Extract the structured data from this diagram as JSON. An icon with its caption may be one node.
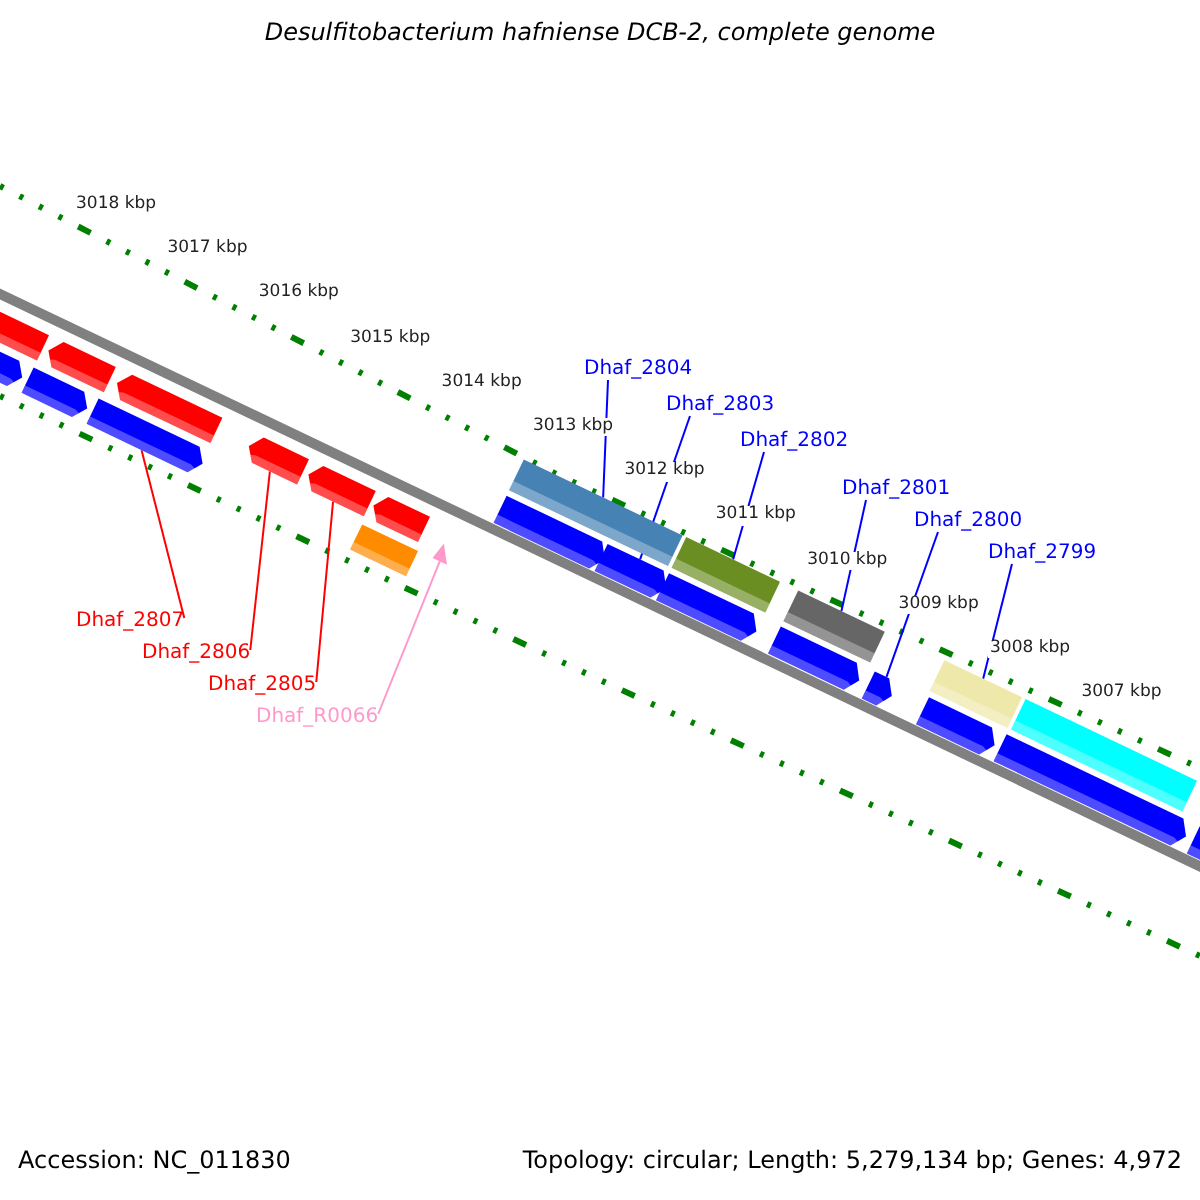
{
  "diagram": {
    "title": "Desulfitobacterium hafniense DCB-2, complete genome",
    "nodes": [
      {
        "text": [
          "Dhaf_2804"
        ]
      },
      {
        "text": [
          "Dhaf_2803"
        ]
      },
      {
        "text": [
          "Dhaf_2802"
        ]
      },
      {
        "text": [
          "Dhaf_2801"
        ]
      },
      {
        "text": [
          "Dhaf_2800"
        ]
      },
      {
        "text": [
          "Dhaf_2799"
        ]
      },
      {
        "text": [
          "Dhaf_2807"
        ]
      },
      {
        "text": [
          "Dhaf_2806"
        ]
      },
      {
        "text": [
          "Dhaf_2805"
        ]
      },
      {
        "text": [
          "Dhaf_R0066"
        ]
      },
      {
        "text": [],
        "shape": "bar"
      },
      {
        "text": [],
        "shape": "bar"
      },
      {
        "text": [],
        "shape": "bar"
      },
      {
        "text": [],
        "shape": "bar"
      },
      {
        "text": [],
        "shape": "bar"
      },
      {
        "text": [],
        "shape": "bar"
      },
      {
        "text": [],
        "shape": "bar"
      },
      {
        "text": [],
        "shape": "bar"
      },
      {
        "text": [],
        "shape": "bar"
      },
      {
        "text": [],
        "shape": "bar"
      },
      {
        "text": [],
        "shape": "triangle"
      },
      {
        "text": [],
        "shape": "bar"
      },
      {
        "text": [],
        "shape": "bar"
      },
      {
        "text": [],
        "shape": "bar"
      },
      {
        "text": [],
        "shape": "bar"
      },
      {
        "text": [],
        "shape": "bar"
      },
      {
        "text": [],
        "shape": "bar"
      },
      {
        "text": [],
        "shape": "bar"
      },
      {
        "text": [],
        "shape": "bar"
      },
      {
        "text": [],
        "shape": "bar"
      },
      {
        "text": [],
        "shape": "bar"
      },
      {
        "text": [],
        "shape": "bar"
      },
      {
        "text": [],
        "shape": "bar"
      },
      {
        "text": [],
        "shape": "bar"
      }
    ],
    "edges": [
      {
        "from": 0,
        "to": 21,
        "arrow": "none"
      },
      {
        "from": 1,
        "to": 23,
        "arrow": "none"
      },
      {
        "from": 2,
        "to": 24,
        "arrow": "none"
      },
      {
        "from": 3,
        "to": 26,
        "arrow": "none"
      },
      {
        "from": 4,
        "to": 28,
        "arrow": "none"
      },
      {
        "from": 5,
        "to": 29,
        "arrow": "none"
      },
      {
        "from": 6,
        "to": 14,
        "arrow": "none",
        "color": "#ff0000"
      },
      {
        "from": 7,
        "to": 16,
        "arrow": "none",
        "color": "#ff0000"
      },
      {
        "from": 8,
        "to": 17,
        "arrow": "none",
        "color": "#ff0000"
      },
      {
        "from": 9,
        "to": 20,
        "arrow": "none",
        "color": "#ff99cc"
      }
    ],
    "labels": [
      "3018 kbp",
      "3017 kbp",
      "3016 kbp",
      "3015 kbp",
      "3014 kbp",
      "3013 kbp",
      "3012 kbp",
      "3011 kbp",
      "3010 kbp",
      "3009 kbp",
      "3008 kbp",
      "3007 kbp",
      "Accession: NC_011830",
      "Topology: circular; Length: 5,279,134 bp; Genes: 4,972"
    ]
  }
}
